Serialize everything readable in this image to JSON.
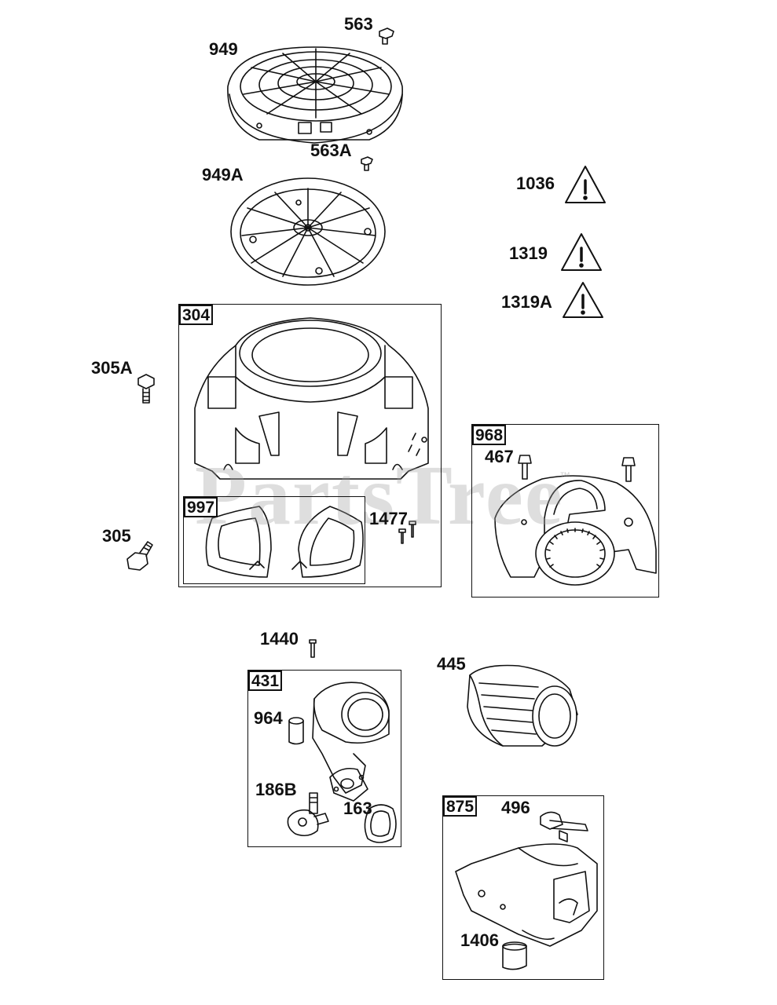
{
  "watermark": {
    "text": "PartsTree",
    "tm": "™"
  },
  "labels": {
    "p563": "563",
    "p949": "949",
    "p563a": "563A",
    "p949a": "949A",
    "p1036": "1036",
    "p1319": "1319",
    "p1319a": "1319A",
    "p304": "304",
    "p305a": "305A",
    "p305": "305",
    "p997": "997",
    "p1477": "1477",
    "p968": "968",
    "p467": "467",
    "p1440": "1440",
    "p431": "431",
    "p964": "964",
    "p186b": "186B",
    "p163": "163",
    "p445": "445",
    "p875": "875",
    "p496": "496",
    "p1406": "1406"
  }
}
